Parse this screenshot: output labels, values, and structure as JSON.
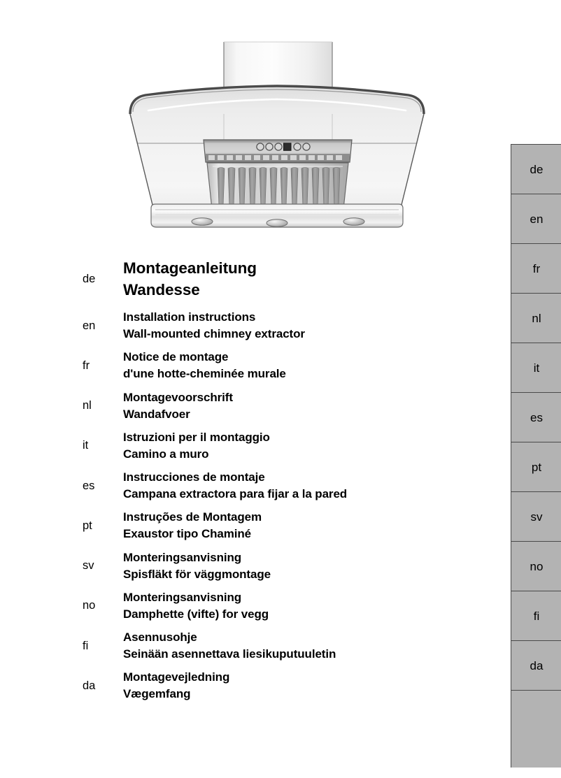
{
  "document": {
    "type": "installation-manual-cover",
    "product_illustration": {
      "name": "wall-mounted-chimney-extractor-hood",
      "parts": {
        "chimney_duct": "chimney-duct",
        "glass_canopy": "curved-glass-canopy",
        "control_panel": "control-panel",
        "control_buttons": [
          "button-1",
          "button-2",
          "button-3",
          "display",
          "button-4",
          "button-5"
        ],
        "grease_filter": "slatted-grease-filter",
        "light_bar": "bottom-light-bar",
        "lights": [
          "halogen-light-left",
          "halogen-light-center",
          "halogen-light-right"
        ]
      }
    }
  },
  "languages": [
    {
      "code": "de",
      "title": "Montageanleitung",
      "subtitle": "Wandesse",
      "primary": true
    },
    {
      "code": "en",
      "title": "Installation instructions",
      "subtitle": "Wall-mounted chimney extractor",
      "primary": false
    },
    {
      "code": "fr",
      "title": "Notice de montage",
      "subtitle": "d'une hotte-cheminée murale",
      "primary": false
    },
    {
      "code": "nl",
      "title": "Montagevoorschrift",
      "subtitle": "Wandafvoer",
      "primary": false
    },
    {
      "code": "it",
      "title": "Istruzioni per il montaggio",
      "subtitle": "Camino a muro",
      "primary": false
    },
    {
      "code": "es",
      "title": "Instrucciones de montaje",
      "subtitle": "Campana extractora para fijar a la pared",
      "primary": false
    },
    {
      "code": "pt",
      "title": "Instruções de Montagem",
      "subtitle": "Exaustor tipo Chaminé",
      "primary": false
    },
    {
      "code": "sv",
      "title": "Monteringsanvisning",
      "subtitle": "Spisfläkt för väggmontage",
      "primary": false
    },
    {
      "code": "no",
      "title": "Monteringsanvisning",
      "subtitle": "Damphette (vifte) for vegg",
      "primary": false
    },
    {
      "code": "fi",
      "title": "Asennusohje",
      "subtitle": "Seinään asennettava liesikuputuuletin",
      "primary": false
    },
    {
      "code": "da",
      "title": "Montagevejledning",
      "subtitle": "Vægemfang",
      "primary": false
    }
  ],
  "tab_strip": {
    "tabs": [
      {
        "label": "de"
      },
      {
        "label": "en"
      },
      {
        "label": "fr"
      },
      {
        "label": "nl"
      },
      {
        "label": "it"
      },
      {
        "label": "es"
      },
      {
        "label": "pt"
      },
      {
        "label": "sv"
      },
      {
        "label": "no"
      },
      {
        "label": "fi"
      },
      {
        "label": "da"
      },
      {
        "label": ""
      }
    ]
  },
  "colors": {
    "page_background": "#ffffff",
    "text": "#000000",
    "tab_background": "#b3b3b3",
    "tab_border": "#4a4a4a",
    "metal_light": "#f2f2f2",
    "metal_mid": "#c9c9c9",
    "metal_dark": "#8a8a8a",
    "outline": "#3b3b3b"
  }
}
